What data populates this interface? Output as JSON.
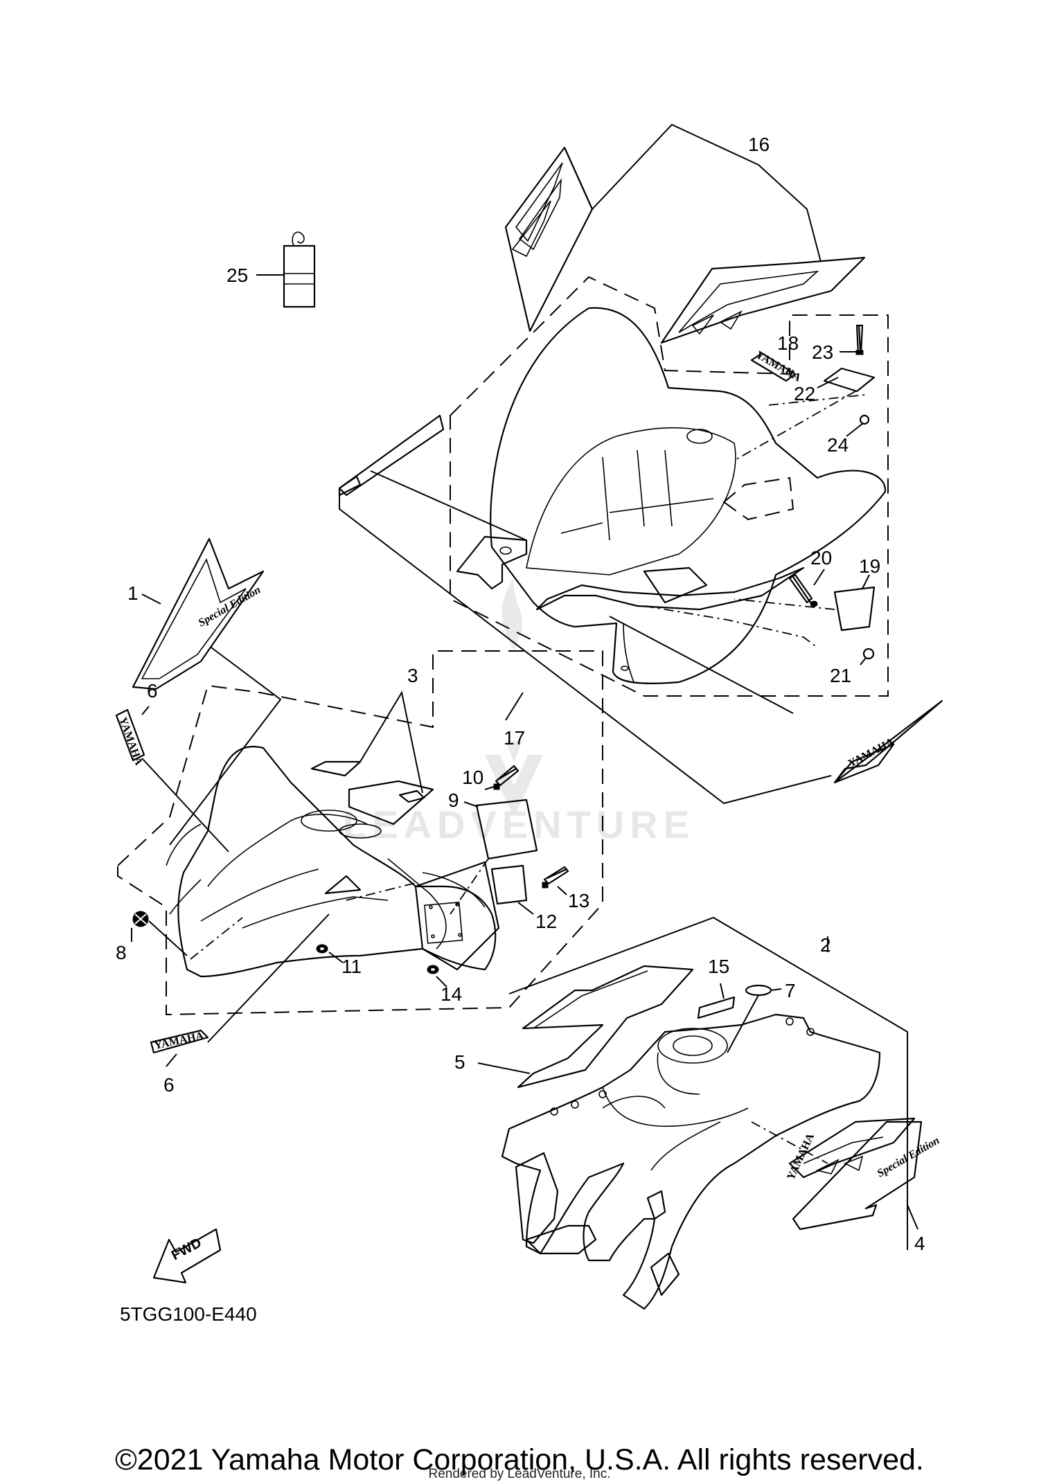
{
  "diagram_code": "5TGG100-E440",
  "copyright": "©2021 Yamaha Motor Corporation, U.S.A. All rights reserved.",
  "render_credit": "Rendered by LeadVenture, Inc.",
  "watermark": "LEADVENTURE",
  "fwd_label": "FWD",
  "decal_brand": "YAMAHA",
  "callouts": {
    "c1": "1",
    "c2": "2",
    "c3": "3",
    "c4": "4",
    "c5": "5",
    "c6a": "6",
    "c6b": "6",
    "c7": "7",
    "c8": "8",
    "c9": "9",
    "c10": "10",
    "c11": "11",
    "c12": "12",
    "c13": "13",
    "c14": "14",
    "c15": "15",
    "c16": "16",
    "c17": "17",
    "c18": "18",
    "c19": "19",
    "c20": "20",
    "c21": "21",
    "c22": "22",
    "c23": "23",
    "c24": "24",
    "c25": "25"
  },
  "icons": {
    "fwd": "fwd-arrow-icon",
    "watermark": "leadventure-logo-icon"
  }
}
